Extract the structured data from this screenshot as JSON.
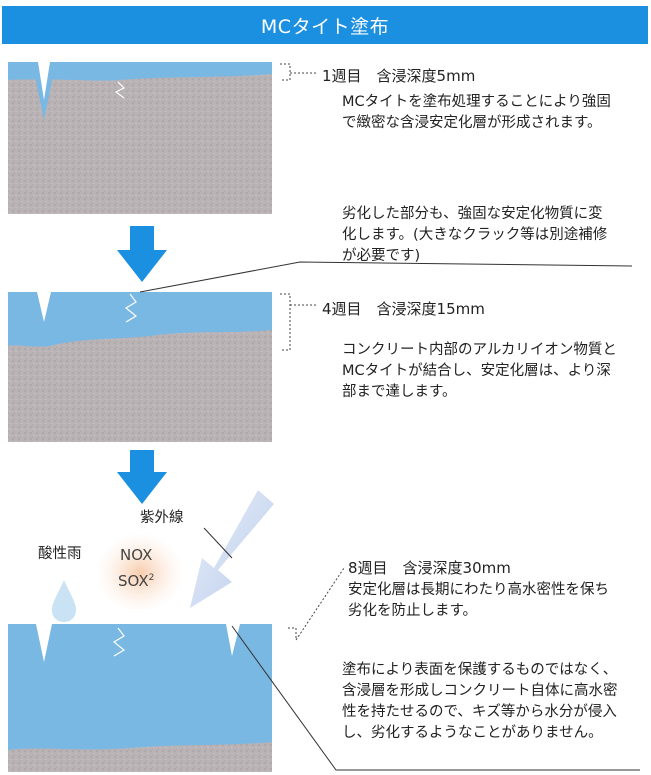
{
  "title": "MCタイト塗布",
  "stages": [
    {
      "label": "1週目　含浸深度5mm",
      "text": "MCタイトを塗布処理することにより強固で緻密な含浸安定化層が形成されます。"
    },
    {
      "label": "4週目　含浸深度15mm",
      "text": "コンクリート内部のアルカリイオン物質とMCタイトが結合し、安定化層は、より深部まで達します。"
    },
    {
      "label": "8週目　含浸深度30mm",
      "text": "安定化層は長期にわたり高水密性を保ち劣化を防止します。"
    }
  ],
  "crack_note": "劣化した部分も、強固な安定化物質に変化します。(大きなクラック等は別途補修が必要です)",
  "bottom_note": "塗布により表面を保護するものではなく、含浸層を形成しコンクリート自体に高水密性を持たせるので、キズ等から水分が侵入し、劣化するようなことがありません。",
  "uv_label": "紫外線",
  "acid_rain_label": "酸性雨",
  "nox_label": "NOX",
  "sox_label": "SOX",
  "sox_superscript": "2",
  "colors": {
    "title_bar": "#1b8fe0",
    "arrow": "#1b8fe0",
    "water_layer": "#7ab8e4",
    "concrete": "#b8b3b5",
    "uv_arrow": "#c9d6ef",
    "pollutant_glow": "#f7d2b8"
  }
}
